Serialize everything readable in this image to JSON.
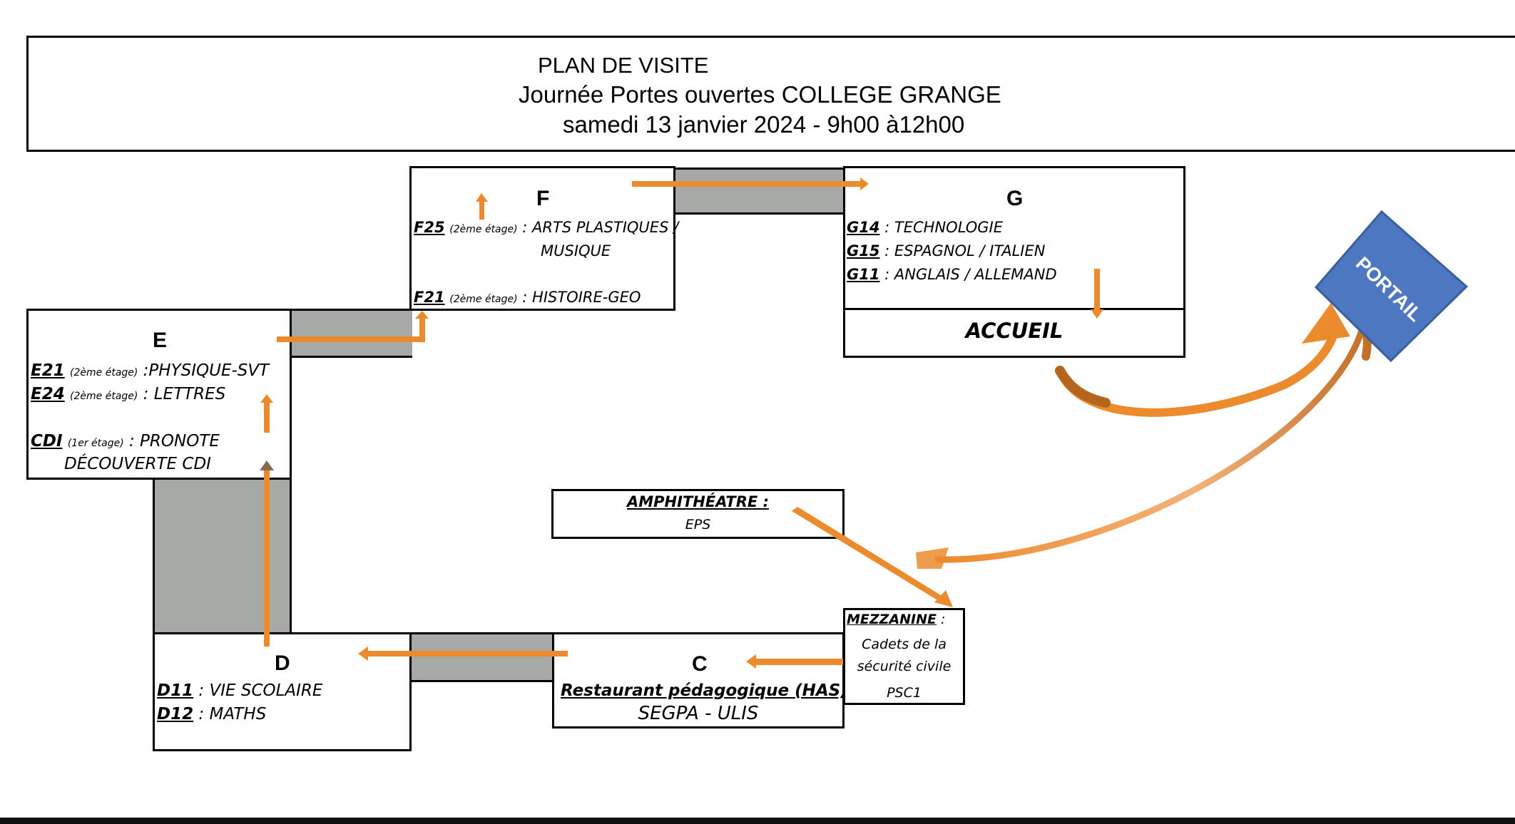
{
  "header": {
    "line1": "PLAN DE VISITE",
    "line2": "Journée Portes ouvertes COLLEGE GRANGE",
    "line3": "samedi 13 janvier 2024 - 9h00 à12h00"
  },
  "buildings": {
    "F": {
      "letter": "F",
      "rooms": [
        {
          "code": "F25",
          "floor": "(2ème étage)",
          "text": ": ARTS PLASTIQUES /",
          "cont": "MUSIQUE"
        },
        {
          "code": "F21",
          "floor": "(2ème étage)",
          "text": ": HISTOIRE-GEO"
        }
      ]
    },
    "G": {
      "letter": "G",
      "rooms": [
        {
          "code": "G14",
          "text": ": TECHNOLOGIE"
        },
        {
          "code": "G15",
          "text": ": ESPAGNOL / ITALIEN"
        },
        {
          "code": "G11",
          "text": ": ANGLAIS / ALLEMAND"
        }
      ],
      "accueil": "ACCUEIL"
    },
    "E": {
      "letter": "E",
      "rooms": [
        {
          "code": "E21",
          "floor": "(2ème étage)",
          "text": ":PHYSIQUE-SVT"
        },
        {
          "code": "E24",
          "floor": "(2ème étage)",
          "text": ": LETTRES"
        },
        {
          "code": "CDI",
          "floor": "(1er étage)",
          "text": ": PRONOTE",
          "cont": "DÉCOUVERTE CDI"
        }
      ]
    },
    "D": {
      "letter": "D",
      "rooms": [
        {
          "code": "D11",
          "text": ": VIE SCOLAIRE"
        },
        {
          "code": "D12",
          "text": ": MATHS"
        }
      ]
    },
    "C": {
      "letter": "C",
      "line1_code": "Restaurant pédagogique (HAS)",
      "line1_text": " :",
      "line2": "SEGPA - ULIS"
    },
    "amphi": {
      "title": "AMPHITHÉATRE :",
      "sub": "EPS"
    },
    "mezzanine": {
      "title": "MEZZANINE",
      "title_suffix": " :",
      "lines": [
        "Cadets de la",
        "sécurité civile",
        "PSC1"
      ]
    }
  },
  "portail": {
    "label": "PORTAIL",
    "color": "#4d77c1"
  },
  "colors": {
    "arrow": "#ec8a2e",
    "corridor": "#a7a9a7"
  }
}
